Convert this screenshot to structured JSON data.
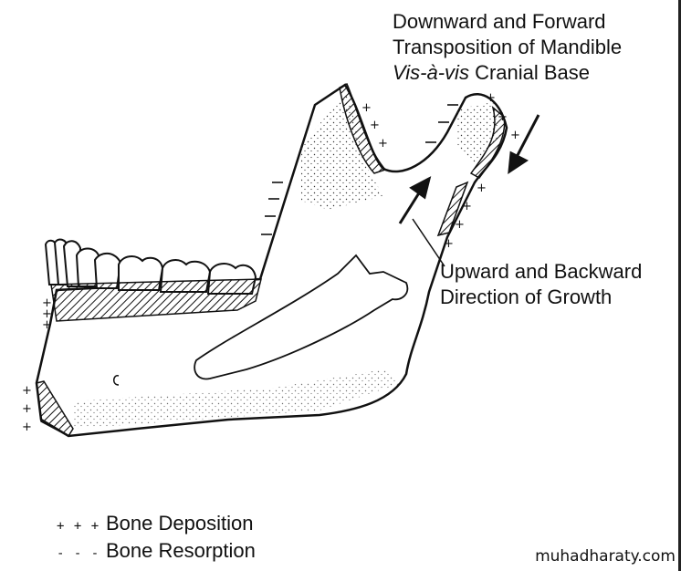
{
  "title": {
    "line1": "Downward and Forward",
    "line2": "Transposition of Mandible",
    "line3_italic": "Vis-à-vis",
    "line3_rest": " Cranial Base"
  },
  "growth_label": {
    "line1": "Upward and Backward",
    "line2": "Direction of Growth"
  },
  "legend": {
    "deposition_symbol": "+ + +",
    "deposition_label": "Bone Deposition",
    "resorption_symbol": "- - -",
    "resorption_label": "Bone Resorption"
  },
  "watermark": "muhadharaty.com",
  "colors": {
    "ink": "#111111",
    "background": "#ffffff"
  }
}
